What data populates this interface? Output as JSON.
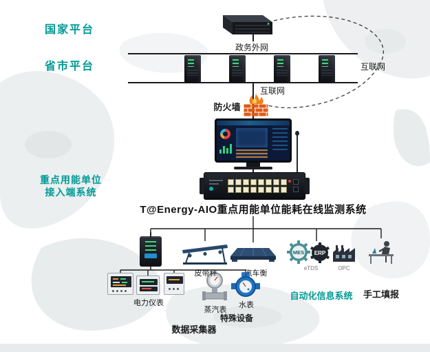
{
  "platforms": {
    "national": "国家平台",
    "provincial": "省市平台",
    "access_unit_line1": "重点用能单位",
    "access_unit_line2": "接入端系统"
  },
  "network": {
    "gov_extranet": "政务外网",
    "internet_side": "互联网",
    "internet_bottom": "互联网",
    "firewall": "防火墙"
  },
  "system": {
    "title": "T@Energy-AIO重点用能单位能耗在线监测系统"
  },
  "sources": {
    "belt_scale": "皮带秤",
    "truck_scale": "汽车衡",
    "power_meter": "电力仪表",
    "steam_meter": "蒸汽表",
    "water_meter": "水表",
    "special_equipment": "特殊设备",
    "automation_system": "自动化信息系统",
    "manual_entry": "手工填报",
    "data_collector": "数据采集器",
    "mes_label": "MES",
    "erp_label": "ERP",
    "etds_label": "eTDS",
    "opc_label": "OPC"
  },
  "colors": {
    "accent_teal": "#009a96",
    "line_black": "#1a1a1a",
    "firewall_brick": "#df5a14",
    "led_green": "#3fd97f",
    "water_blue": "#2176c4"
  }
}
